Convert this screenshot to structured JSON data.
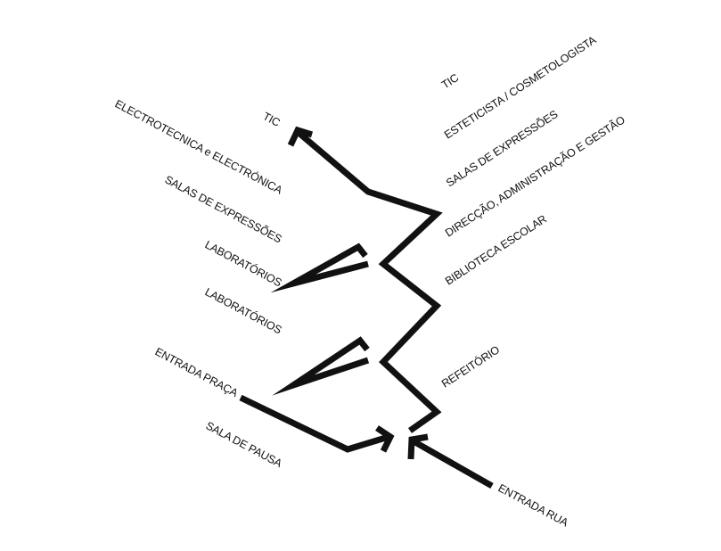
{
  "labels": {
    "left": {
      "tic": "TIC",
      "electrotecnica": "ELECTROTECNICA e ELECTRÓNICA",
      "salas_expressoes": "SALAS DE EXPRESSÕES",
      "laboratorios_1": "LABORATÓRIOS",
      "laboratorios_2": "LABORATÓRIOS",
      "entrada_praca": "ENTRADA PRAÇA",
      "sala_de_pausa": "SALA DE PAUSA"
    },
    "right": {
      "tic": "TIC",
      "esteticista": "ESTETICISTA / COSMETOLOGISTA",
      "salas_expressoes": "SALAS DE EXPRESSÕES",
      "direccao": "DIRECÇÃO, ADMINISTRAÇÃO E GESTÃO",
      "biblioteca": "BIBLIOTECA ESCOLAR",
      "refeitorio": "REFEITÓRIO",
      "entrada_rua": "ENTRADA RUA"
    }
  },
  "colors": {
    "stroke": "#111111",
    "background": "#ffffff"
  }
}
